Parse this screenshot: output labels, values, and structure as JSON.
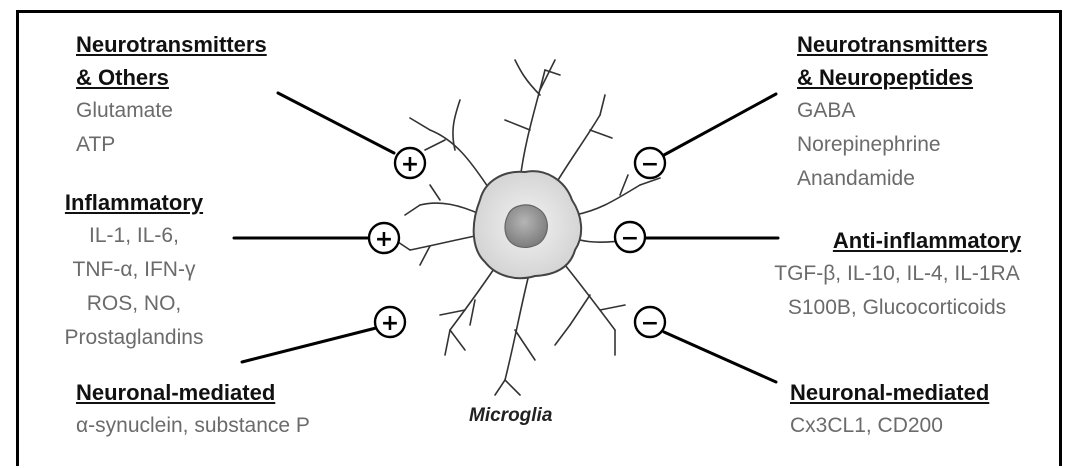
{
  "caption": "Microglia",
  "left": [
    {
      "sign": "+",
      "heading_lines": [
        "Neurotransmitters",
        "& Others"
      ],
      "items": [
        "Glutamate",
        "ATP"
      ]
    },
    {
      "sign": "+",
      "heading_lines": [
        "Inflammatory"
      ],
      "items": [
        "IL-1, IL-6,",
        "TNF-α, IFN-γ",
        "ROS, NO,",
        "Prostaglandins"
      ]
    },
    {
      "sign": "+",
      "heading_lines": [
        "Neuronal-mediated"
      ],
      "items": [
        "α-synuclein, substance P"
      ]
    }
  ],
  "right": [
    {
      "sign": "−",
      "heading_lines": [
        "Neurotransmitters",
        "& Neuropeptides"
      ],
      "items": [
        "GABA",
        "Norepinephrine",
        "Anandamide"
      ]
    },
    {
      "sign": "−",
      "heading_lines": [
        "Anti-inflammatory"
      ],
      "items": [
        "TGF-β, IL-10, IL-4,  IL-1RA",
        "S100B, Glucocorticoids"
      ]
    },
    {
      "sign": "−",
      "heading_lines": [
        "Neuronal-mediated"
      ],
      "items": [
        "Cx3CL1, CD200"
      ]
    }
  ],
  "colors": {
    "cell_fill": "#d9d9d9",
    "nucleus": "#9a9a9a",
    "line": "#000000",
    "item_text": "#6b6b6b"
  }
}
